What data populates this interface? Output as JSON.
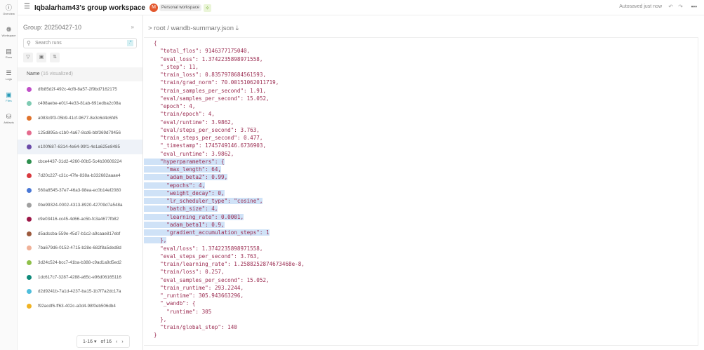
{
  "rail": [
    {
      "label": "Overview",
      "icon": "ⓘ"
    },
    {
      "label": "Workspace",
      "icon": "❁"
    },
    {
      "label": "Runs",
      "icon": "▤"
    },
    {
      "label": "Logs",
      "icon": "☰"
    },
    {
      "label": "Files",
      "icon": "▣",
      "active": true
    },
    {
      "label": "Artifacts",
      "icon": "⛁"
    }
  ],
  "header": {
    "title": "Iqbalarham43's group workspace",
    "avatar": "M",
    "workspace_badge": "Personal workspace",
    "autosave": "Autosaved just now",
    "undo": "↶",
    "redo": "↷",
    "more": "•••"
  },
  "panel": {
    "group": "Group: 20250427-10",
    "collapse": "»",
    "search_placeholder": "Search runs",
    "regex": ".*",
    "name_header": "Name",
    "visualized": "(16 visualized)",
    "runs": [
      {
        "id": "dfb85d2f-492c-4cf8-8a57-2f9bd7162175",
        "color": "#c04fc8"
      },
      {
        "id": "c498aebe-e01f-4e33-81ab-691edba2c08a",
        "color": "#7fcbb3"
      },
      {
        "id": "a083c9f3-05b9-41cf-9677-8e3c6d4c6fd5",
        "color": "#e0732c"
      },
      {
        "id": "125d895a-c1b0-4a67-8cd6-bbf369d79456",
        "color": "#e56b8e"
      },
      {
        "id": "e100f687-6314-4e64-99f1-4e1a625e8485",
        "color": "#6a4aa8",
        "selected": true
      },
      {
        "id": "cbce4437-31d2-4260-80b5-5c4b30609224",
        "color": "#2e8f4f"
      },
      {
        "id": "7d20c227-c31c-47fe-838a-b332682aaae4",
        "color": "#d9393f"
      },
      {
        "id": "560a8545-37e7-46a3-98ea-ec0b14ef2080",
        "color": "#4a78d6"
      },
      {
        "id": "0be99324-0002-4313-8920-42709d7a548a",
        "color": "#a0a0a0"
      },
      {
        "id": "c9e03416-cc45-4d66-ac5b-fc3a4677fb82",
        "color": "#9c1747"
      },
      {
        "id": "d5adccba-559e-45d7-b1c2-a9caae817ebf",
        "color": "#9c5a3d"
      },
      {
        "id": "7ba679d6-0152-4715-b28e-682f8a5ded8d",
        "color": "#f0b198"
      },
      {
        "id": "3d24c524-bcc7-41ba-b388-c9ad1a9d5ed2",
        "color": "#8fc04a"
      },
      {
        "id": "1dc617c7-3287-4288-a65c-e96d06165116",
        "color": "#0f8a7a"
      },
      {
        "id": "d2d9241b-7a1d-4237-ba15-1b7f7a2dc17a",
        "color": "#4fbedc"
      },
      {
        "id": "f92acdf6-ff63-402c-a0d4-98f0eb506db4",
        "color": "#f0b323"
      }
    ],
    "pager": {
      "range": "1-16 ▾",
      "of": "of 16",
      "prev": "‹",
      "next": "›"
    }
  },
  "file": {
    "breadcrumb": "> root / wandb-summary.json ⤓",
    "lines": [
      {
        "t": "{"
      },
      {
        "t": "  \"total_flos\": 9146377175040,"
      },
      {
        "t": "  \"eval_loss\": 1.3742235898971558,"
      },
      {
        "t": "  \"_step\": 11,"
      },
      {
        "t": "  \"train_loss\": 0.8357978684561593,"
      },
      {
        "t": "  \"train/grad_norm\": 70.00151062011719,"
      },
      {
        "t": "  \"train_samples_per_second\": 1.91,"
      },
      {
        "t": "  \"eval/samples_per_second\": 15.052,"
      },
      {
        "t": "  \"epoch\": 4,"
      },
      {
        "t": "  \"train/epoch\": 4,"
      },
      {
        "t": "  \"eval/runtime\": 3.9862,"
      },
      {
        "t": "  \"eval/steps_per_second\": 3.763,"
      },
      {
        "t": "  \"train_steps_per_second\": 0.477,"
      },
      {
        "t": "  \"_timestamp\": 1745749146.6736903,"
      },
      {
        "t": "  \"eval_runtime\": 3.9862,"
      },
      {
        "t": "  \"hyperparameters\": {",
        "h": true
      },
      {
        "t": "    \"max_length\": 64,",
        "h": true
      },
      {
        "t": "    \"adam_beta2\": 0.99,",
        "h": true
      },
      {
        "t": "    \"epochs\": 4,",
        "h": true
      },
      {
        "t": "    \"weight_decay\": 0,",
        "h": true
      },
      {
        "t": "    \"lr_scheduler_type\": \"cosine\",",
        "h": true
      },
      {
        "t": "    \"batch_size\": 4,",
        "h": true
      },
      {
        "t": "    \"learning_rate\": 0.0001,",
        "h": true
      },
      {
        "t": "    \"adam_beta1\": 0.9,",
        "h": true
      },
      {
        "t": "    \"gradient_accumulation_steps\": 1",
        "h": true
      },
      {
        "t": "  },",
        "h": true
      },
      {
        "t": "  \"eval/loss\": 1.3742235898971558,"
      },
      {
        "t": "  \"eval_steps_per_second\": 3.763,"
      },
      {
        "t": "  \"train/learning_rate\": 1.2588252874673468e-8,"
      },
      {
        "t": "  \"train/loss\": 0.257,"
      },
      {
        "t": "  \"eval_samples_per_second\": 15.052,"
      },
      {
        "t": "  \"train_runtime\": 293.2244,"
      },
      {
        "t": "  \"_runtime\": 305.943663296,"
      },
      {
        "t": "  \"_wandb\": {"
      },
      {
        "t": "    \"runtime\": 305"
      },
      {
        "t": "  },"
      },
      {
        "t": "  \"train/global_step\": 140"
      },
      {
        "t": "}"
      }
    ]
  }
}
